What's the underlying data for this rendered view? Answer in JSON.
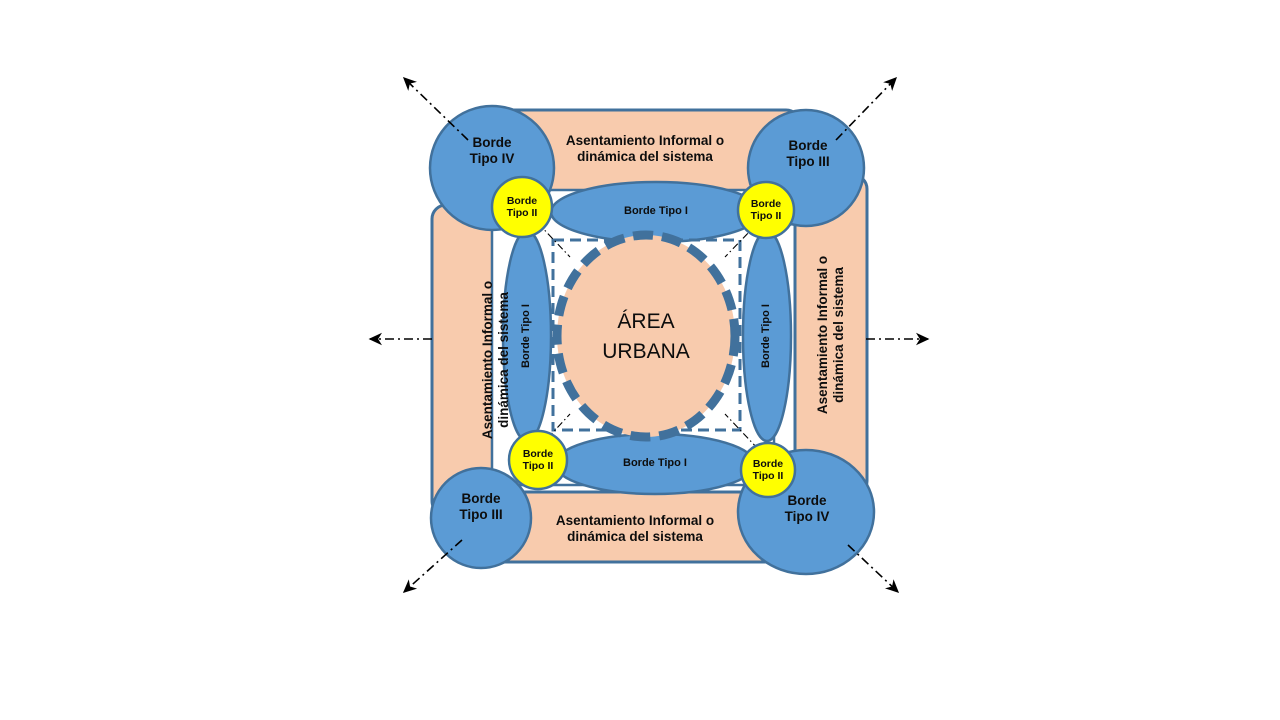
{
  "diagram": {
    "title_center": "ÁREA\nURBANA",
    "colors": {
      "blue_fill": "#5B9BD5",
      "blue_stroke": "#41719C",
      "peach_fill": "#F8CBAD",
      "peach_stroke": "#41719C",
      "yellow_fill": "#FFFF00",
      "yellow_stroke": "#41719C",
      "white_fill": "#FFFFFF",
      "text_color": "#0D0D0D",
      "arrow_color": "#000000",
      "dashed_circle": "#41719C"
    },
    "bands": [
      {
        "id": "band-top",
        "text": "Asentamiento Informal o\ndinámica del sistema",
        "orientation": "horizontal"
      },
      {
        "id": "band-bottom",
        "text": "Asentamiento Informal o\ndinámica del sistema",
        "orientation": "horizontal"
      },
      {
        "id": "band-left",
        "text": "Asentamiento Informal o\ndinámica del sistema",
        "orientation": "vertical"
      },
      {
        "id": "band-right",
        "text": "Asentamiento Informal o\ndinámica del sistema",
        "orientation": "vertical"
      }
    ],
    "borde_tipo_i": [
      {
        "id": "borde-i-top",
        "text": "Borde Tipo I",
        "orientation": "horizontal"
      },
      {
        "id": "borde-i-bottom",
        "text": "Borde Tipo I",
        "orientation": "horizontal"
      },
      {
        "id": "borde-i-left",
        "text": "Borde Tipo I",
        "orientation": "vertical"
      },
      {
        "id": "borde-i-right",
        "text": "Borde Tipo I",
        "orientation": "vertical"
      }
    ],
    "borde_tipo_ii": [
      {
        "id": "borde-ii-top-left",
        "text": "Borde\nTipo II"
      },
      {
        "id": "borde-ii-top-right",
        "text": "Borde\nTipo II"
      },
      {
        "id": "borde-ii-bottom-left",
        "text": "Borde\nTipo II"
      },
      {
        "id": "borde-ii-bottom-right",
        "text": "Borde\nTipo II"
      }
    ],
    "corner_circles": [
      {
        "id": "corner-top-left",
        "text": "Borde\nTipo IV"
      },
      {
        "id": "corner-top-right",
        "text": "Borde\nTipo III"
      },
      {
        "id": "corner-bottom-left",
        "text": "Borde\nTipo III"
      },
      {
        "id": "corner-bottom-right",
        "text": "Borde\nTipo IV"
      }
    ],
    "arrows": [
      {
        "id": "arrow-top-left",
        "direction": "up-left"
      },
      {
        "id": "arrow-top-right",
        "direction": "up-right"
      },
      {
        "id": "arrow-bottom-left",
        "direction": "down-left"
      },
      {
        "id": "arrow-bottom-right",
        "direction": "down-right"
      },
      {
        "id": "arrow-left",
        "direction": "left"
      },
      {
        "id": "arrow-right",
        "direction": "right"
      }
    ]
  }
}
